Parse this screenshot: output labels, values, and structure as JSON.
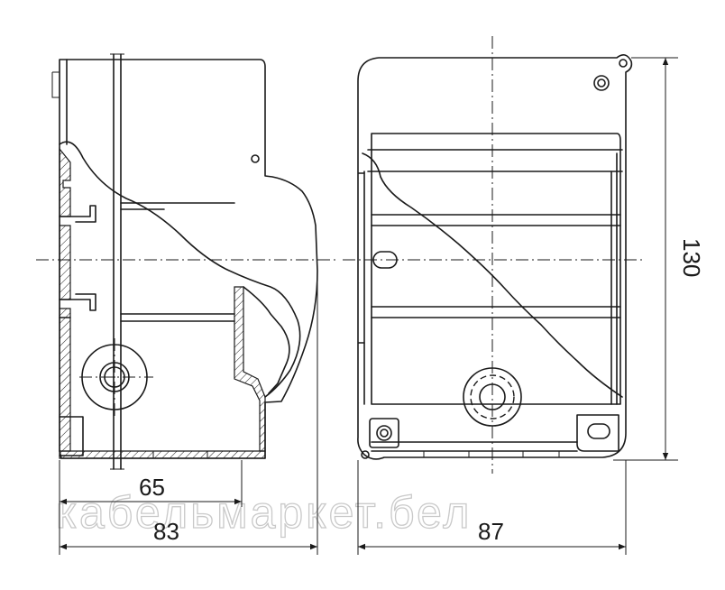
{
  "dimensions": {
    "depth_inner": "65",
    "depth_outer": "83",
    "width": "87",
    "height": "130"
  },
  "watermark": "кабельмаркет.бел",
  "colors": {
    "line": "#1a1a1a",
    "watermark": "#c9c9c9",
    "background": "#ffffff"
  }
}
